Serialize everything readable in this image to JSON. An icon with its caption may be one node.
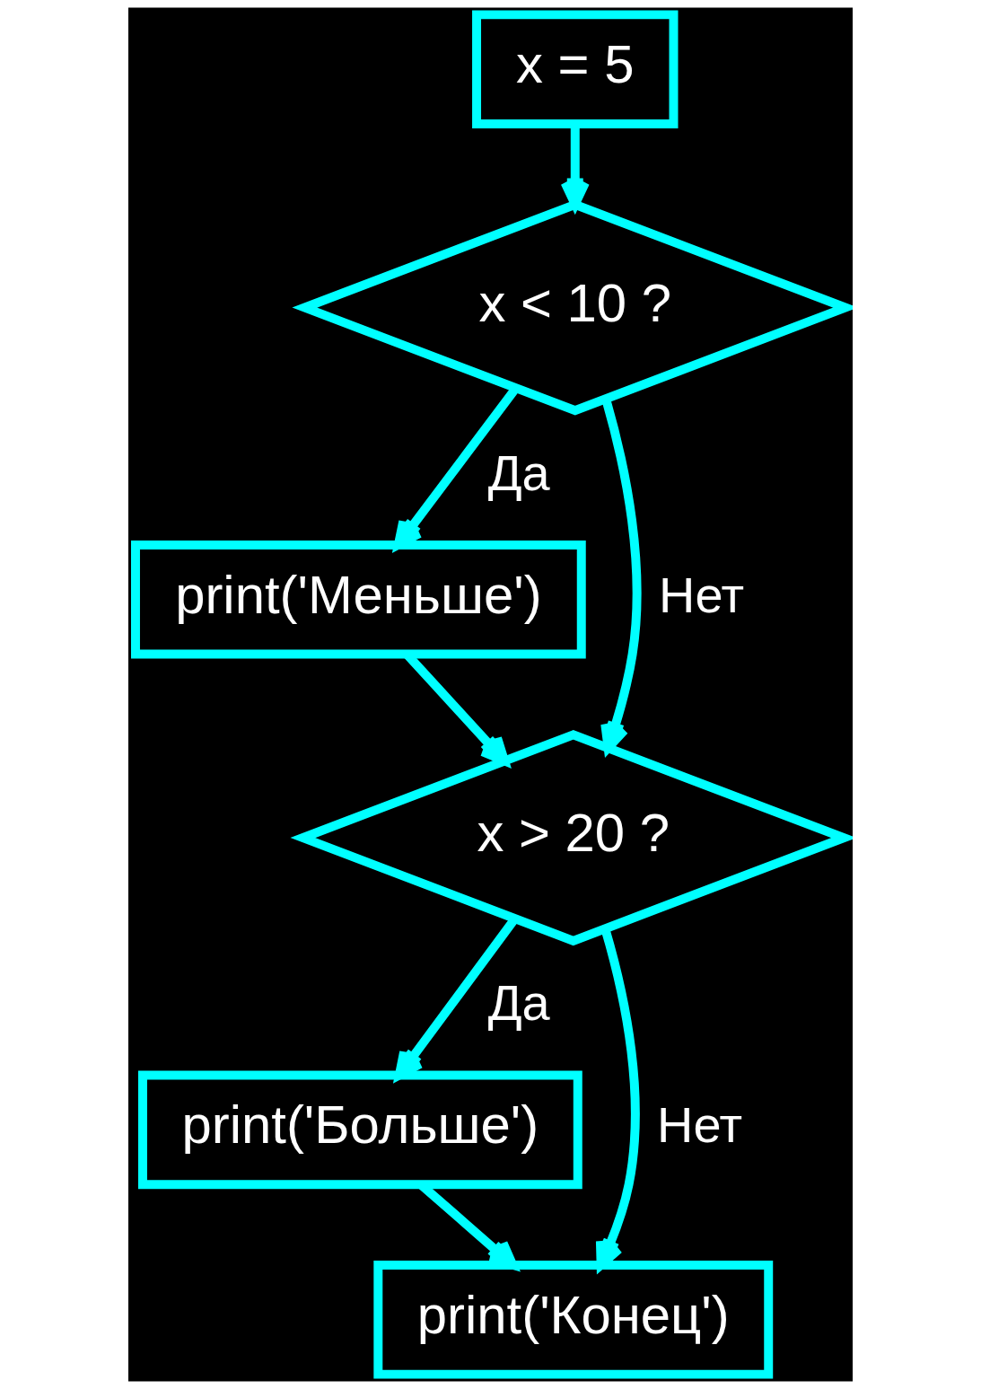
{
  "diagram": {
    "nodes": [
      {
        "text": [
          "x = 5"
        ]
      },
      {
        "text": [
          "x < 10 ?"
        ]
      },
      {
        "text": [
          "print('Меньше')"
        ]
      },
      {
        "text": [
          "x > 20 ?"
        ]
      },
      {
        "text": [
          "print('Больше')"
        ]
      },
      {
        "text": [
          "print('Конец')"
        ]
      }
    ],
    "edges": [
      {
        "from": 0,
        "to": 1,
        "arrow": "to"
      },
      {
        "from": 1,
        "to": 2,
        "arrow": "to",
        "label": "Да"
      },
      {
        "from": 1,
        "to": 3,
        "arrow": "to",
        "label": "Нет"
      },
      {
        "from": 2,
        "to": 3,
        "arrow": "to"
      },
      {
        "from": 3,
        "to": 4,
        "arrow": "to",
        "label": "Да"
      },
      {
        "from": 3,
        "to": 5,
        "arrow": "to",
        "label": "Нет"
      },
      {
        "from": 4,
        "to": 5,
        "arrow": "to"
      }
    ]
  }
}
